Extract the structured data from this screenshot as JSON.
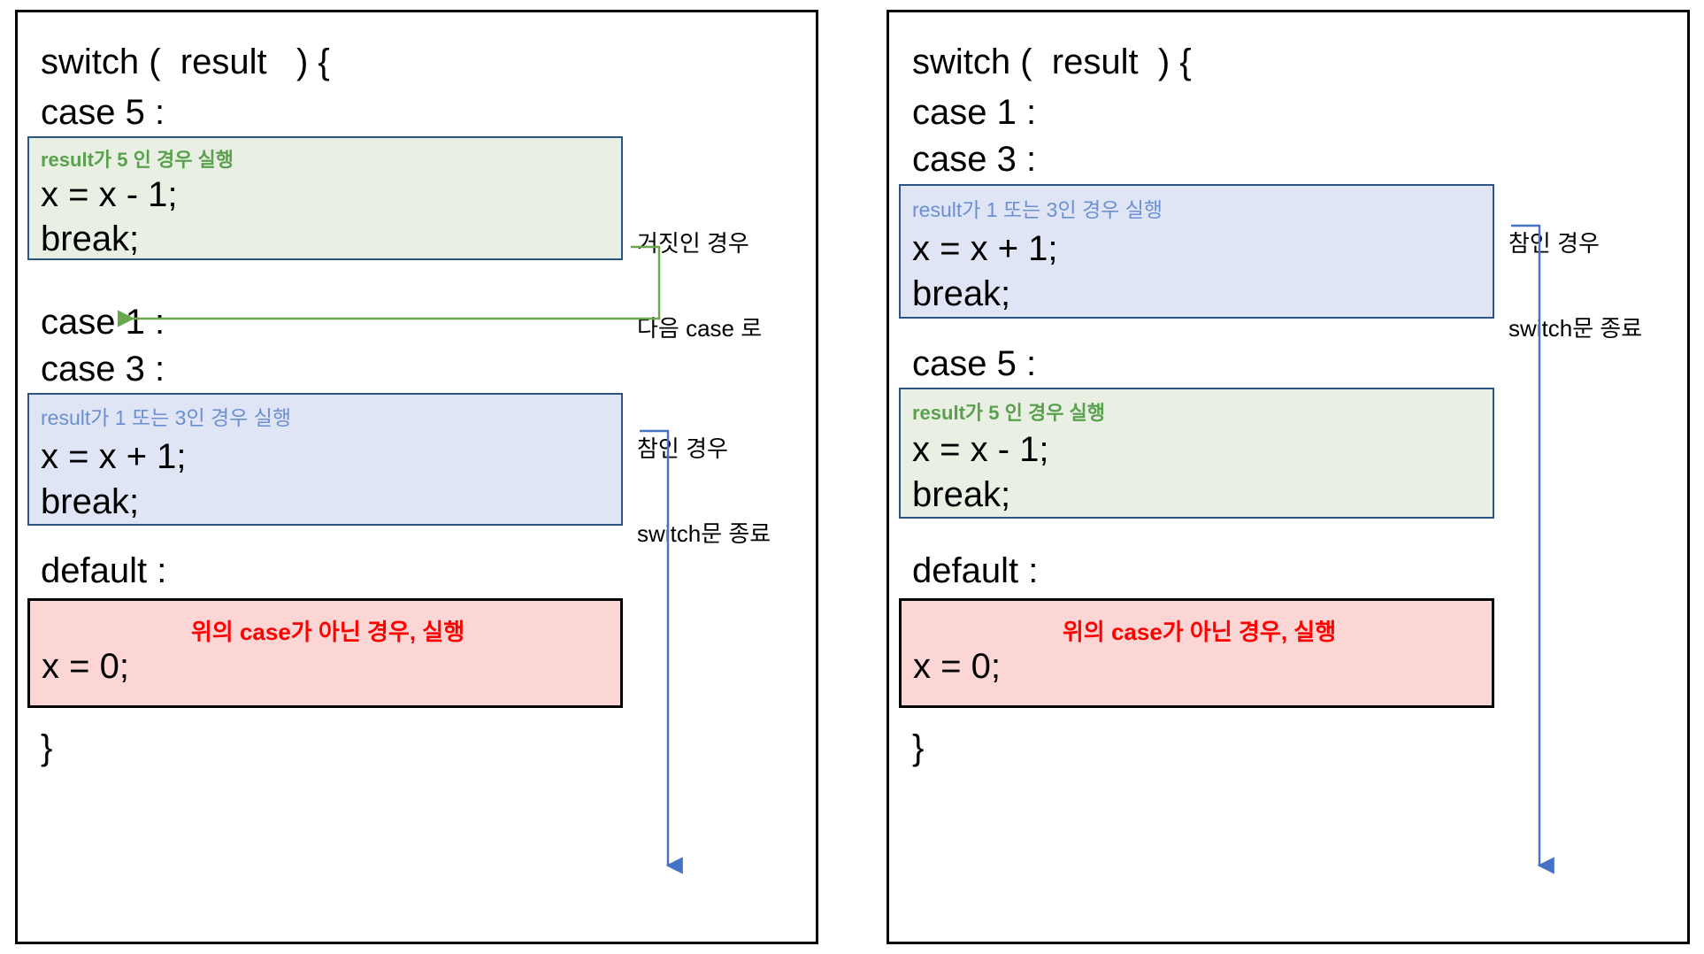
{
  "diagram": {
    "title": "switch statement execution flow comparison",
    "panels": [
      {
        "id": "left",
        "header": "switch (  result   ) {",
        "footer": "}",
        "labels": {
          "case_a": "case 5 :",
          "case_b1": "case 1 :",
          "case_b2": "case 3 :",
          "default": "default :"
        },
        "blocks": [
          {
            "id": "green-block",
            "kind": "green",
            "note": "result가 5 인 경우 실행",
            "statement": "x = x - 1;",
            "breakstmt": "break;",
            "fill": "#e9f0e3",
            "border": "#2e5486",
            "note_color": "#5aa14f"
          },
          {
            "id": "blue-block",
            "kind": "blue",
            "note": "result가 1 또는 3인 경우 실행",
            "statement": "x = x + 1;",
            "breakstmt": "break;",
            "fill": "#dfe5f4",
            "border": "#2e5486",
            "note_color": "#6b8fd0"
          },
          {
            "id": "pink-block",
            "kind": "pink",
            "note": "위의 case가 아닌 경우, 실행",
            "statement": "x = 0;",
            "fill": "#fcd5d5",
            "border": "#000000",
            "note_color": "#ff0000"
          }
        ],
        "annotations": [
          {
            "id": "false-branch",
            "line1": "거짓인 경우",
            "line2": "다음 case 로",
            "color": "#4f7a3a",
            "arrow": "elbow-left-arrow"
          },
          {
            "id": "true-branch",
            "line1": "참인 경우",
            "line2": "switch문 종료",
            "color": "#4472c4",
            "arrow": "elbow-down-arrow"
          }
        ]
      },
      {
        "id": "right",
        "header": "switch (  result  ) {",
        "footer": "}",
        "labels": {
          "case_a1": "case 1 :",
          "case_a2": "case 3 :",
          "case_b": "case 5 :",
          "default": "default :"
        },
        "blocks": [
          {
            "id": "blue-block",
            "kind": "blue",
            "note": "result가 1 또는 3인 경우 실행",
            "statement": "x = x + 1;",
            "breakstmt": "break;",
            "fill": "#dfe5f4",
            "border": "#2e5486",
            "note_color": "#6b8fd0"
          },
          {
            "id": "green-block",
            "kind": "green",
            "note": "result가 5 인 경우 실행",
            "statement": "x = x - 1;",
            "breakstmt": "break;",
            "fill": "#e9f0e3",
            "border": "#2e5486",
            "note_color": "#5aa14f"
          },
          {
            "id": "pink-block",
            "kind": "pink",
            "note": "위의 case가 아닌 경우, 실행",
            "statement": "x = 0;",
            "fill": "#fcd5d5",
            "border": "#000000",
            "note_color": "#ff0000"
          }
        ],
        "annotations": [
          {
            "id": "true-branch",
            "line1": "참인 경우",
            "line2": "switch문 종료",
            "color": "#4472c4",
            "arrow": "elbow-down-arrow"
          }
        ]
      }
    ]
  }
}
